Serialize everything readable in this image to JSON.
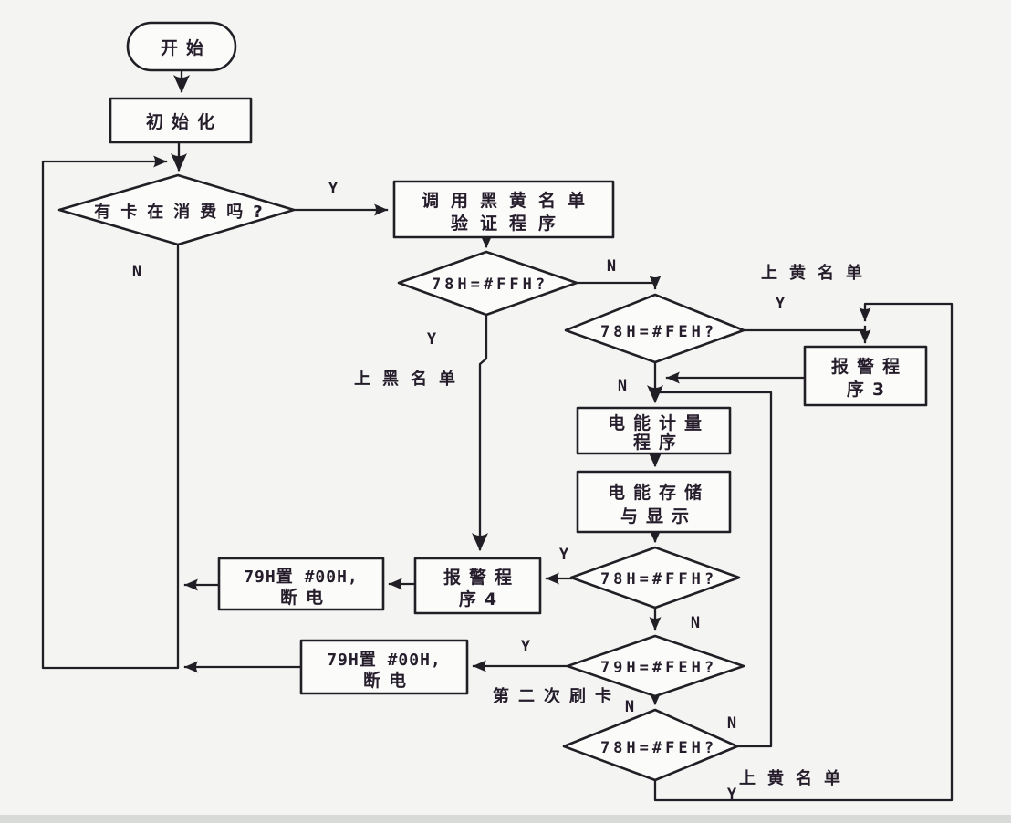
{
  "flowchart": {
    "nodes": {
      "start": "开始",
      "init": "初始化",
      "has_card": "有卡在消费吗?",
      "call_line1": "调用黑黄名单",
      "call_line2": "验证程序",
      "check_78h_ffh": "78H=#FFH?",
      "check_78h_feh": "78H=#FEH?",
      "check_79h_feh": "79H=#FEH?",
      "alarm3_line1": "报警程",
      "alarm3_line2": "序3",
      "alarm4_line1": "报警程",
      "alarm4_line2": "序4",
      "meter_line1": "电能计量",
      "meter_line2": "程序",
      "store_line1": "电能存储",
      "store_line2": "与显示",
      "poweroff_line1": "79H置 #00H,",
      "poweroff_line2": "断电"
    },
    "branch_labels": {
      "yes": "Y",
      "no": "N"
    },
    "annotations": {
      "black_list": "上黑名单",
      "yellow_list": "上黄名单",
      "second_swipe": "第二次刷卡"
    }
  }
}
